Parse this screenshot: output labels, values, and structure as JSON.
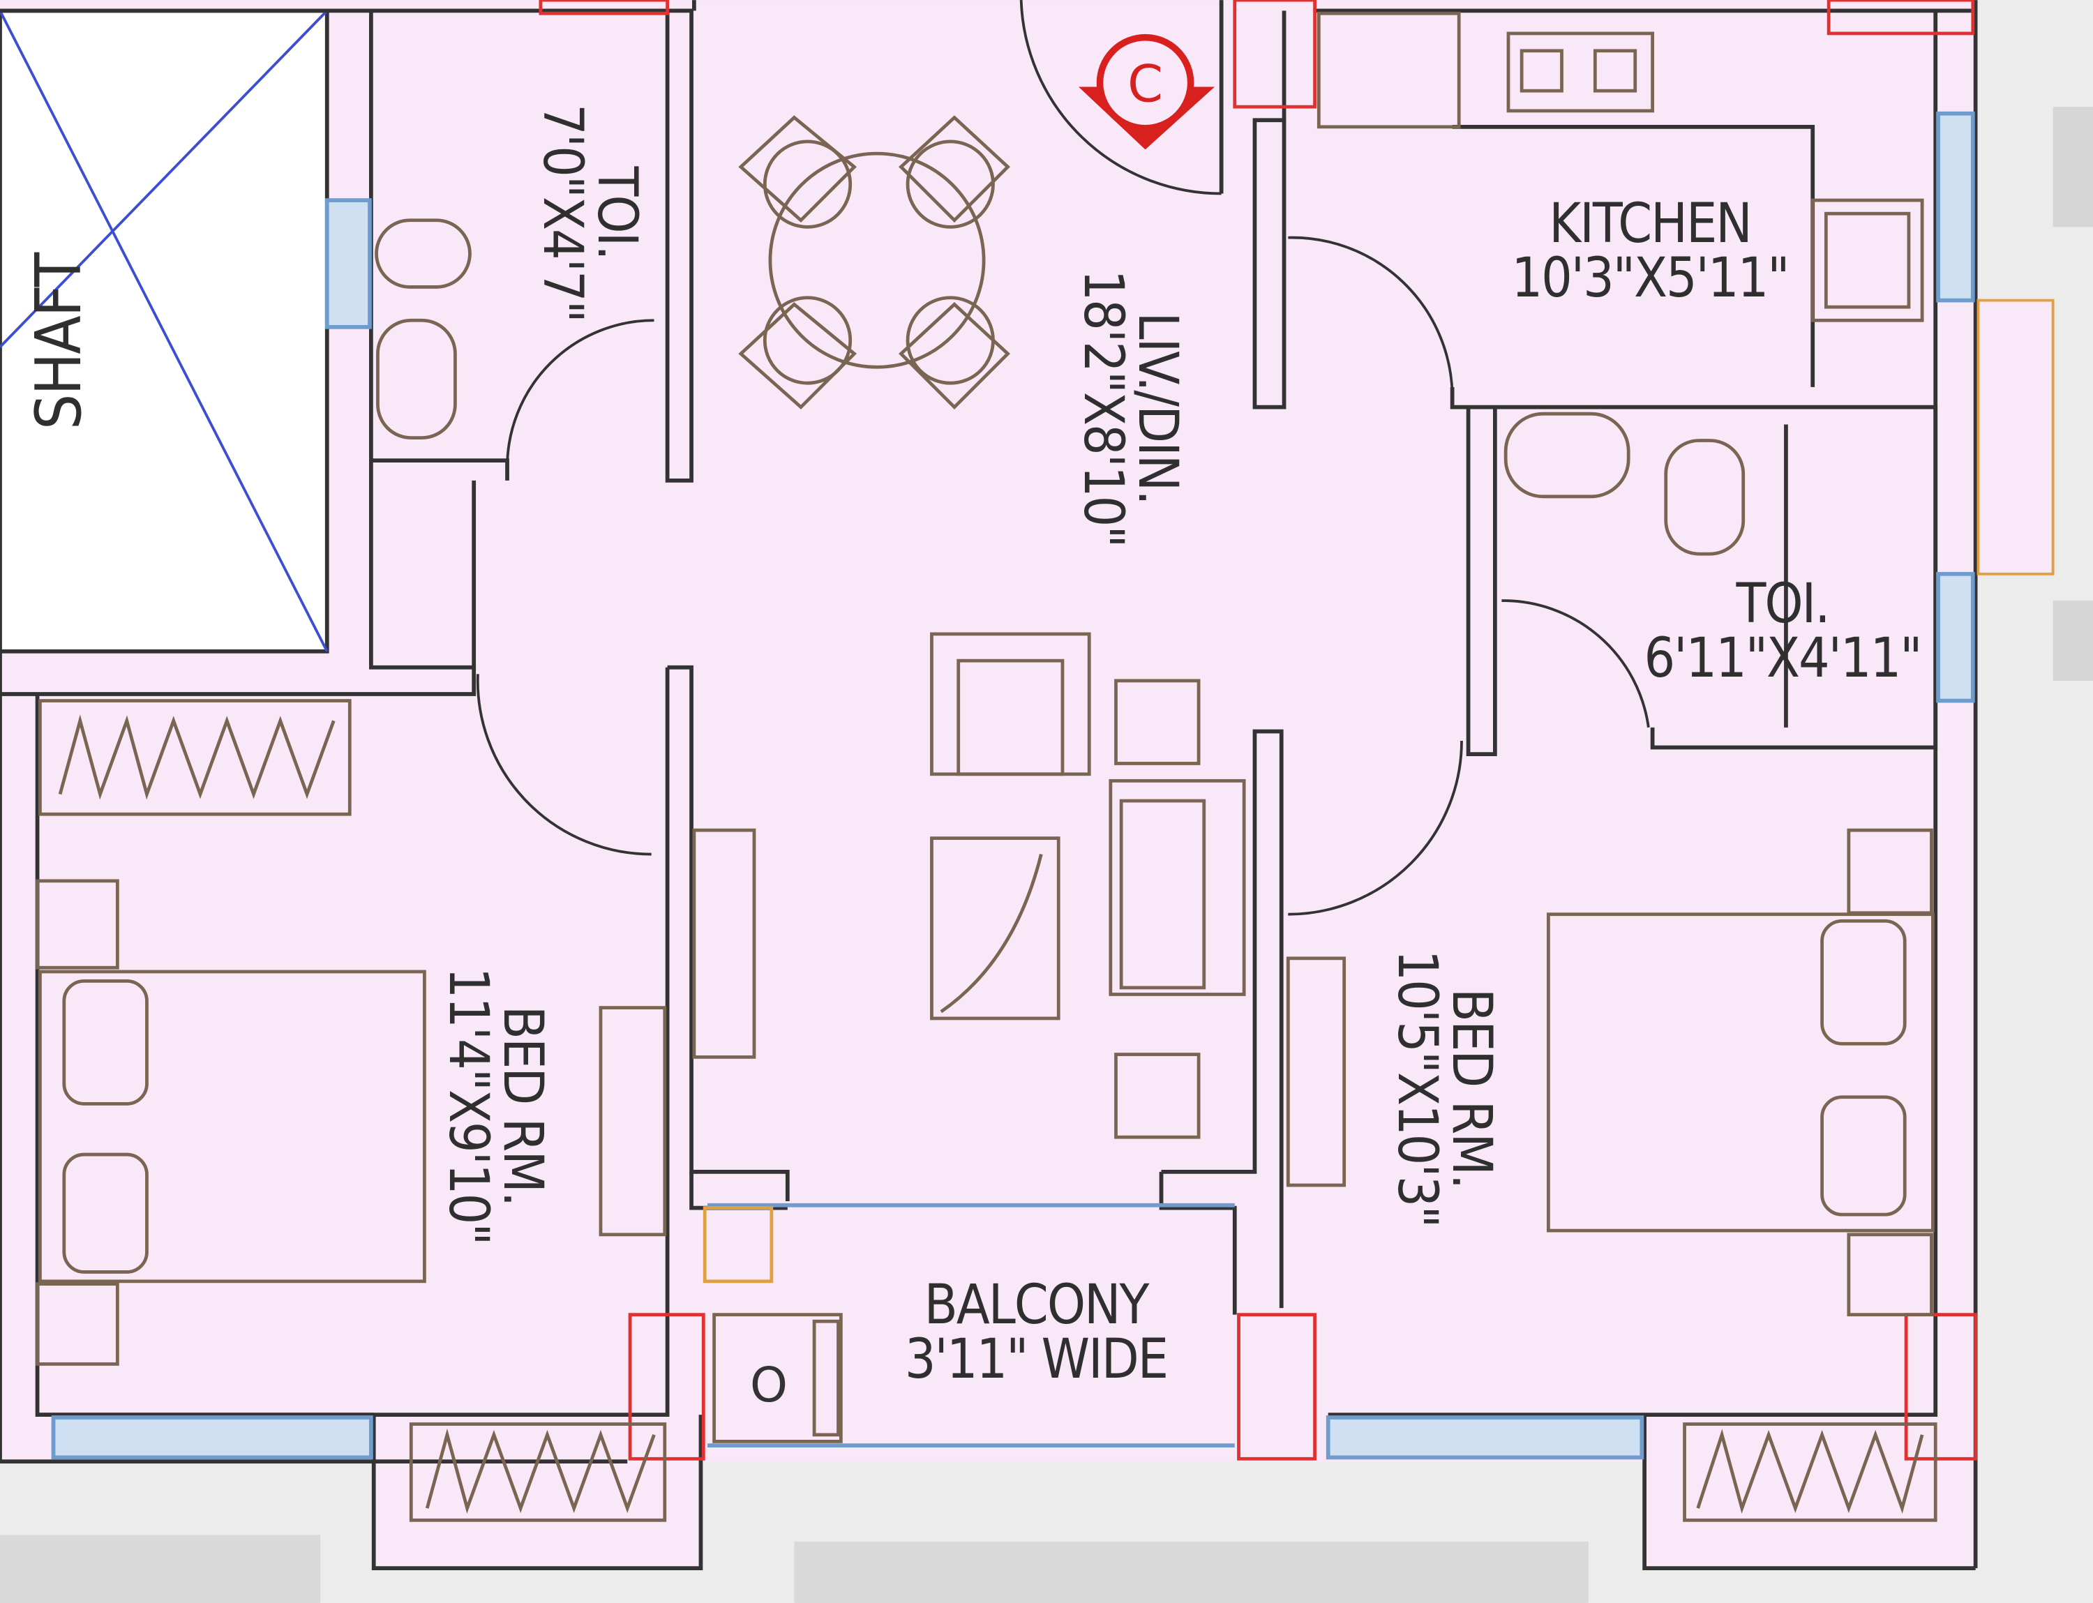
{
  "rooms": [
    {
      "id": "shaft",
      "name": "SHAFT",
      "size": ""
    },
    {
      "id": "toilet_1",
      "name": "TOI.",
      "size": "7'0\"X4'7\""
    },
    {
      "id": "living_dining",
      "name": "LIV./DIN.",
      "size": "18'2\"X8'10\""
    },
    {
      "id": "kitchen",
      "name": "KITCHEN",
      "size": "10'3\"X5'11\""
    },
    {
      "id": "toilet_2",
      "name": "TOI.",
      "size": "6'11\"X4'11\""
    },
    {
      "id": "bedroom_1",
      "name": "BED RM.",
      "size": "11'4\"X9'10\""
    },
    {
      "id": "bedroom_2",
      "name": "BED RM.",
      "size": "10'5\"X10'3\""
    },
    {
      "id": "balcony",
      "name": "BALCONY",
      "size": "3'11\" WIDE"
    }
  ],
  "symbols": {
    "entry_marker": "C",
    "washer_label": "O"
  },
  "colors": {
    "floor": "#f9e8f8",
    "wall": "#333333",
    "column": "#e03030",
    "window": "#6e9ccd",
    "furniture": "#7a6452",
    "shaft_diag": "#3b4fd0",
    "outside": "#e9e9e9"
  }
}
